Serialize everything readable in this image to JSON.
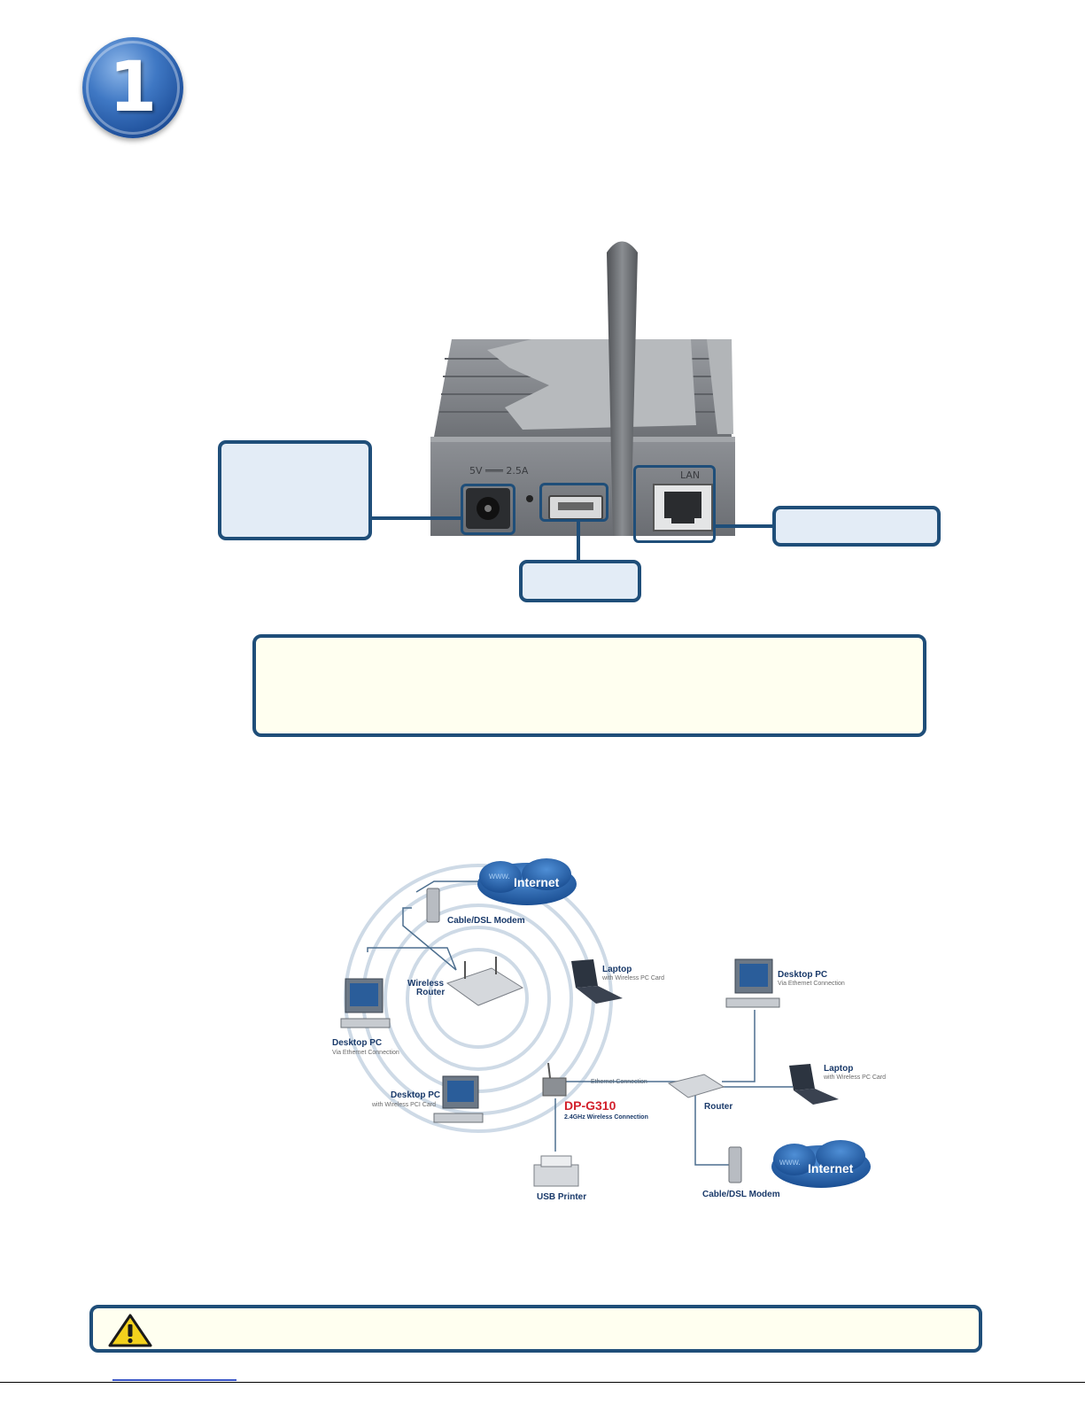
{
  "step": {
    "number": "1"
  },
  "device": {
    "port_labels": {
      "power": "5V ═══ 2.5A",
      "lan": "LAN"
    }
  },
  "diagram": {
    "labels": {
      "internet_top": "Internet",
      "internet_bottom": "Internet",
      "www": "www.",
      "cable_modem_top": "Cable/DSL Modem",
      "wireless_router_line1": "Wireless",
      "wireless_router_line2": "Router",
      "laptop_top": "Laptop",
      "laptop_top_sub": "with Wireless PC Card",
      "desktop_left": "Desktop PC",
      "desktop_left_sub": "Via Ethernet Connection",
      "desktop_wireless": "Desktop PC",
      "desktop_wireless_sub": "with Wireless PCI Card",
      "ethernet_connection": "Ethernet Connection",
      "product": "DP-G310",
      "product_sub": "2.4GHz Wireless Connection",
      "router": "Router",
      "desktop_right": "Desktop PC",
      "desktop_right_sub": "Via Ethernet Connection",
      "laptop_right": "Laptop",
      "laptop_right_sub": "with Wireless PC Card",
      "usb_printer": "USB Printer",
      "cable_modem_bottom": "Cable/DSL Modem"
    }
  },
  "colors": {
    "callout_border": "#1f4e79",
    "callout_fill": "#e3ecf6",
    "note_fill": "#fffff0",
    "accent_red": "#d2202b",
    "label_blue": "#1a3a6a"
  },
  "icons": [
    "warning-icon",
    "step-number-badge"
  ]
}
